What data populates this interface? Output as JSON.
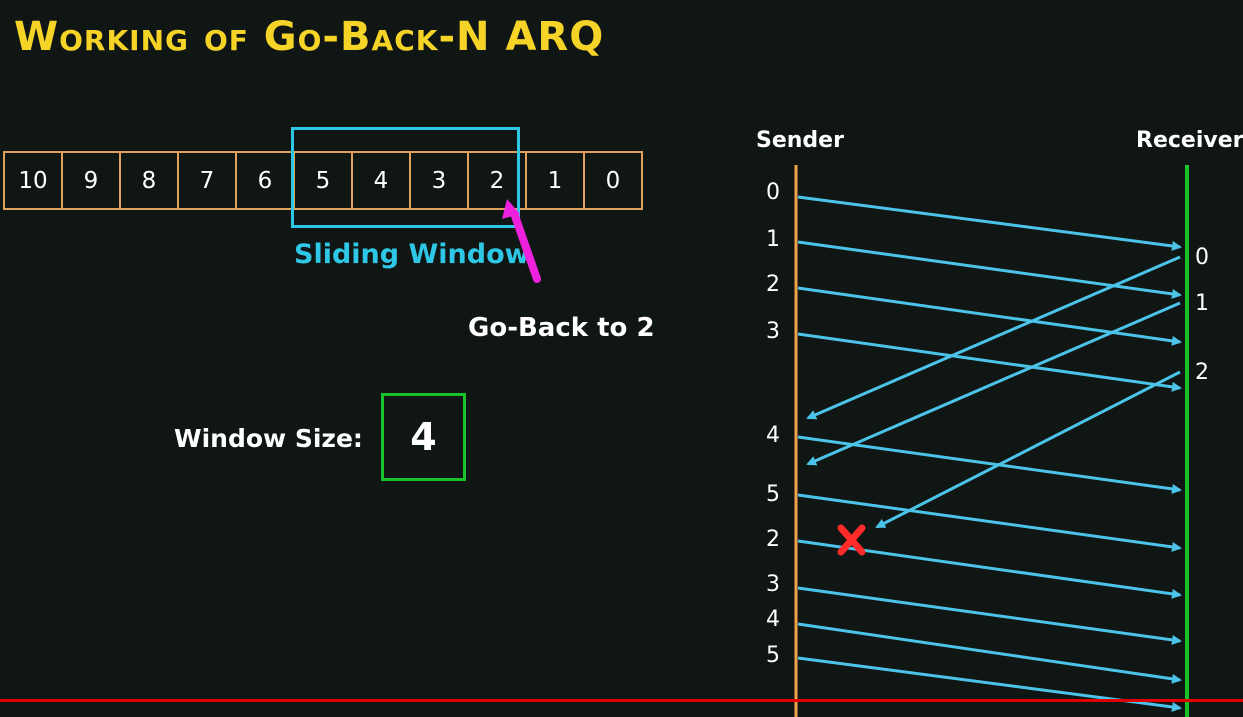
{
  "title": "Working of Go-Back-N ARQ",
  "frames": [
    "10",
    "9",
    "8",
    "7",
    "6",
    "5",
    "4",
    "3",
    "2",
    "1",
    "0"
  ],
  "sliding_window_label": "Sliding Window",
  "go_back_label": "Go-Back to 2",
  "window_size_label": "Window Size:",
  "window_size_value": "4",
  "sequence": {
    "sender_label": "Sender",
    "receiver_label": "Receiver",
    "sender_numbers": [
      "0",
      "1",
      "2",
      "3",
      "4",
      "5",
      "2",
      "3",
      "4",
      "5"
    ],
    "receiver_ack_numbers": [
      "0",
      "1",
      "2"
    ],
    "lost_frame": "2"
  },
  "colors": {
    "title": "#f5d327",
    "frame_border": "#e0a15b",
    "sliding_window": "#2ec7e6",
    "pointer_arrow": "#ee22dd",
    "window_size_box": "#19c42a",
    "sender_line": "#f0a34a",
    "receiver_line": "#19c42a",
    "arrows": "#4cc3e8",
    "lost_marker": "#ff2a2a"
  }
}
